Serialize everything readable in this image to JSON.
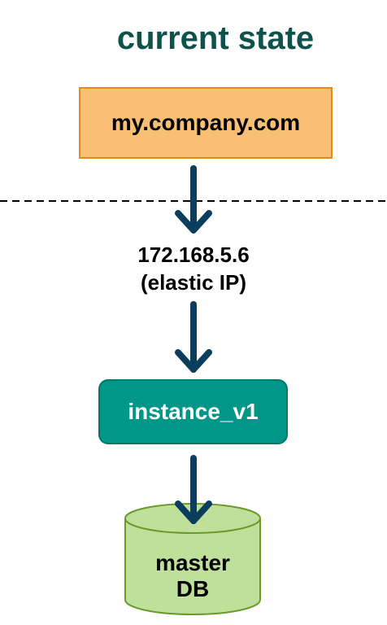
{
  "title": "current state",
  "domain": "my.company.com",
  "ip": {
    "address": "172.168.5.6",
    "note": "(elastic IP)"
  },
  "instance": "instance_v1",
  "database": {
    "line1": "master",
    "line2": "DB"
  },
  "colors": {
    "title": "#0e524c",
    "domain_fill": "#f9bf75",
    "domain_border": "#e08a1f",
    "instance_fill": "#009688",
    "db_fill": "#bfe09a",
    "db_border": "#6a9a2a",
    "arrow": "#0b3d5c"
  }
}
